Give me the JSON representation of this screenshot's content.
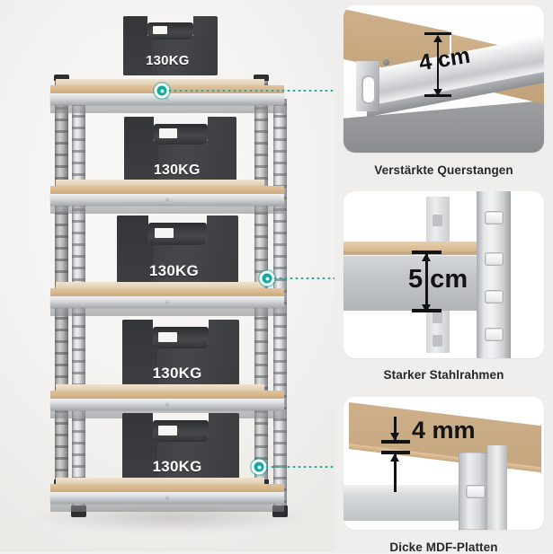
{
  "scene": {
    "name": "heavy-duty-metal-shelving-unit",
    "shelf_count": 5,
    "weights": [
      {
        "label": "130KG"
      },
      {
        "label": "130KG"
      },
      {
        "label": "130KG"
      },
      {
        "label": "130KG"
      },
      {
        "label": "130KG"
      }
    ]
  },
  "connectors": [
    {
      "target": "feature-crossbar"
    },
    {
      "target": "feature-steelframe"
    },
    {
      "target": "feature-mdf"
    }
  ],
  "features": [
    {
      "id": "feature-crossbar",
      "caption": "Verstärkte Querstangen",
      "dimension": "4 cm",
      "icon": "crossbar-detail-photo"
    },
    {
      "id": "feature-steelframe",
      "caption": "Starker Stahlrahmen",
      "dimension": "5 cm",
      "icon": "steelframe-detail-photo"
    },
    {
      "id": "feature-mdf",
      "caption": "Dicke MDF-Platten",
      "dimension": "4 mm",
      "icon": "mdf-board-detail-photo"
    }
  ],
  "colors": {
    "accent_teal": "#16a6a0",
    "weight_block": "#3f4144",
    "mdf_board": "#c9a87c",
    "steel": "#cdd0d2",
    "panel_background": "#efeeec",
    "scene_background": "#f3f2f0",
    "caption_text": "#26282b"
  }
}
